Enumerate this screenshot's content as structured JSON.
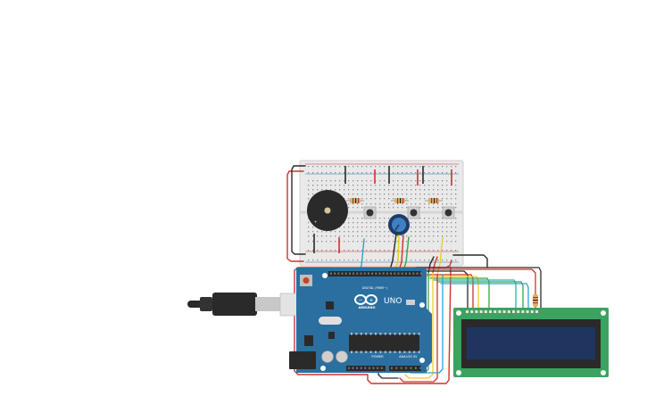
{
  "arduino": {
    "brand": "ARDUINO",
    "model": "UNO",
    "digital_header_label": "DIGITAL (PWM~)",
    "power_label": "POWER",
    "analog_label": "ANALOG IN"
  },
  "colors": {
    "board": "#2b6fa0",
    "breadboard": "#e9e9e9",
    "lcd_pcb": "#3ba35f",
    "lcd_screen": "#1f3560",
    "wire_red": "#d0312d",
    "wire_black": "#2b2b2b",
    "wire_green": "#3aa548",
    "wire_yellow": "#e8cf2a",
    "wire_blue": "#2aa3d8",
    "wire_orange": "#e38a2c",
    "wire_teal": "#2bb3a4"
  },
  "components": [
    "breadboard",
    "piezo-buzzer",
    "pushbutton",
    "pushbutton",
    "pushbutton",
    "resistor",
    "resistor",
    "resistor",
    "potentiometer",
    "arduino-uno",
    "usb-cable",
    "lcd-16x2"
  ]
}
